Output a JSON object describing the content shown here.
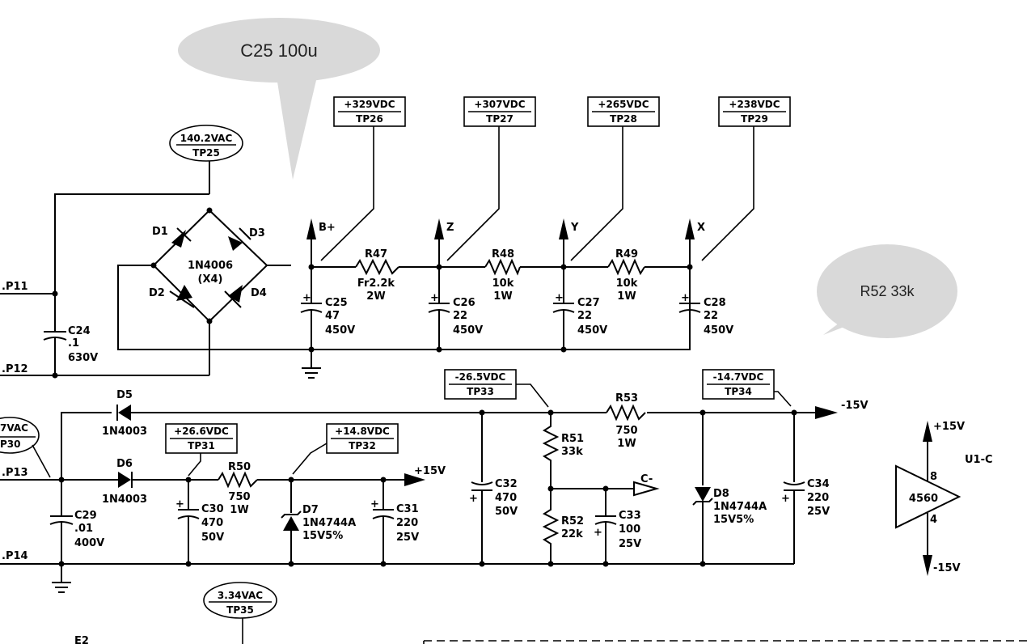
{
  "callouts": {
    "c25": "C25 100u",
    "r52": "R52 33k"
  },
  "test_points": {
    "tp25": {
      "value": "140.2VAC",
      "name": "TP25"
    },
    "tp26": {
      "value": "+329VDC",
      "name": "TP26"
    },
    "tp27": {
      "value": "+307VDC",
      "name": "TP27"
    },
    "tp28": {
      "value": "+265VDC",
      "name": "TP28"
    },
    "tp29": {
      "value": "+238VDC",
      "name": "TP29"
    },
    "tp30": {
      "value": "7VAC",
      "name": "P30"
    },
    "tp31": {
      "value": "+26.6VDC",
      "name": "TP31"
    },
    "tp32": {
      "value": "+14.8VDC",
      "name": "TP32"
    },
    "tp33": {
      "value": "-26.5VDC",
      "name": "TP33"
    },
    "tp34": {
      "value": "-14.7VDC",
      "name": "TP34"
    },
    "tp35": {
      "value": "3.34VAC",
      "name": "TP35"
    }
  },
  "connectors": {
    "p11": ".P11",
    "p12": ".P12",
    "p13": ".P13",
    "p14": ".P14"
  },
  "rails": {
    "bplus": "B+",
    "z": "Z",
    "y": "Y",
    "x": "X",
    "plus15_mid": "+15V",
    "minus15_top": "-15V",
    "c_minus": "C-",
    "plus15_op": "+15V",
    "minus15_op": "-15V"
  },
  "bridge": {
    "d1": "D1",
    "d2": "D2",
    "d3": "D3",
    "d4": "D4",
    "part": "1N4006",
    "qty": "(X4)"
  },
  "components": {
    "c24": {
      "ref": "C24",
      "v1": ".1",
      "v2": "630V"
    },
    "c25": {
      "ref": "C25",
      "v1": "47",
      "v2": "450V"
    },
    "c26": {
      "ref": "C26",
      "v1": "22",
      "v2": "450V"
    },
    "c27": {
      "ref": "C27",
      "v1": "22",
      "v2": "450V"
    },
    "c28": {
      "ref": "C28",
      "v1": "22",
      "v2": "450V"
    },
    "r47": {
      "ref": "R47",
      "v1": "Fr2.2k",
      "v2": "2W"
    },
    "r48": {
      "ref": "R48",
      "v1": "10k",
      "v2": "1W"
    },
    "r49": {
      "ref": "R49",
      "v1": "10k",
      "v2": "1W"
    },
    "d5": {
      "ref": "D5",
      "v1": "1N4003"
    },
    "d6": {
      "ref": "D6",
      "v1": "1N4003"
    },
    "c29": {
      "ref": "C29",
      "v1": ".01",
      "v2": "400V"
    },
    "c30": {
      "ref": "C30",
      "v1": "470",
      "v2": "50V"
    },
    "r50": {
      "ref": "R50",
      "v1": "750",
      "v2": "1W"
    },
    "d7": {
      "ref": "D7",
      "v1": "1N4744A",
      "v2": "15V5%"
    },
    "c31": {
      "ref": "C31",
      "v1": "220",
      "v2": "25V"
    },
    "c32": {
      "ref": "C32",
      "v1": "470",
      "v2": "50V"
    },
    "r51": {
      "ref": "R51",
      "v1": "33k"
    },
    "r52": {
      "ref": "R52",
      "v1": "22k"
    },
    "c33": {
      "ref": "C33",
      "v1": "100",
      "v2": "25V"
    },
    "r53": {
      "ref": "R53",
      "v1": "750",
      "v2": "1W"
    },
    "d8": {
      "ref": "D8",
      "v1": "1N4744A",
      "v2": "15V5%"
    },
    "c34": {
      "ref": "C34",
      "v1": "220",
      "v2": "25V"
    }
  },
  "opamp": {
    "ref": "U1-C",
    "part": "4560",
    "pin8": "8",
    "pin4": "4"
  },
  "misc": {
    "e2": "E2"
  }
}
